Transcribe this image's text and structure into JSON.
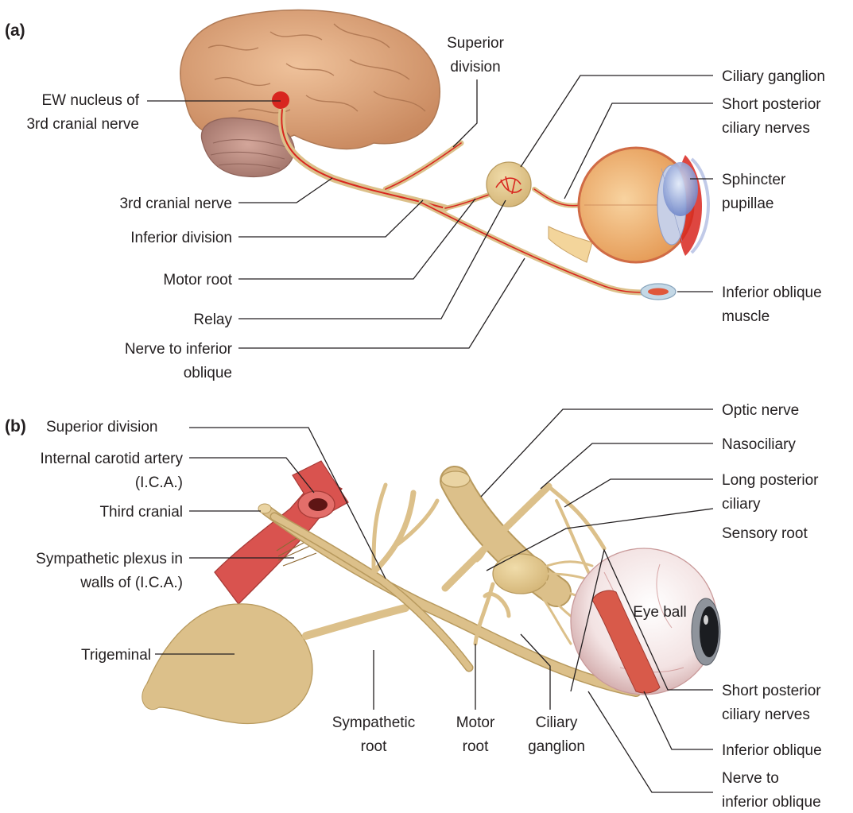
{
  "colors": {
    "nerve": "#dcc08a",
    "nerve_outline": "#b89a5e",
    "fiber": "#d8261f",
    "brain": "#d9a179",
    "cerebellum": "#b98a7e",
    "eyeball": "#f0b777",
    "artery": "#d9534f",
    "text": "#231f20"
  },
  "panel_a": {
    "panel_label": "(a)",
    "labels": {
      "ew_nucleus": [
        "EW nucleus of",
        "3rd cranial nerve"
      ],
      "superior_division": [
        "Superior",
        "division"
      ],
      "ciliary_ganglion": [
        "Ciliary ganglion"
      ],
      "short_posterior": [
        "Short posterior",
        "ciliary nerves"
      ],
      "sphincter": [
        "Sphincter",
        "pupillae"
      ],
      "third_cranial_nerve": [
        "3rd cranial nerve"
      ],
      "inferior_division": [
        "Inferior division"
      ],
      "motor_root": [
        "Motor root"
      ],
      "relay": [
        "Relay"
      ],
      "nerve_to_inf_oblique": [
        "Nerve to inferior",
        "oblique"
      ],
      "inferior_oblique_muscle": [
        "Inferior oblique",
        "muscle"
      ]
    }
  },
  "panel_b": {
    "panel_label": "(b)",
    "labels": {
      "superior_division": [
        "Superior division"
      ],
      "ica": [
        "Internal carotid artery",
        "(I.C.A.)"
      ],
      "third_cranial": [
        "Third cranial"
      ],
      "sympathetic_plexus": [
        "Sympathetic plexus in",
        "walls of (I.C.A.)"
      ],
      "trigeminal": [
        "Trigeminal"
      ],
      "optic_nerve": [
        "Optic nerve"
      ],
      "nasociliary": [
        "Nasociliary"
      ],
      "long_posterior": [
        "Long posterior",
        "ciliary"
      ],
      "sensory_root": [
        "Sensory root"
      ],
      "eye_ball": [
        "Eye ball"
      ],
      "short_posterior": [
        "Short posterior",
        "ciliary nerves"
      ],
      "inferior_oblique": [
        "Inferior oblique"
      ],
      "nerve_to_inf_oblique": [
        "Nerve to",
        "inferior oblique"
      ],
      "sympathetic_root": [
        "Sympathetic",
        "root"
      ],
      "motor_root": [
        "Motor",
        "root"
      ],
      "ciliary_ganglion": [
        "Ciliary",
        "ganglion"
      ]
    }
  }
}
